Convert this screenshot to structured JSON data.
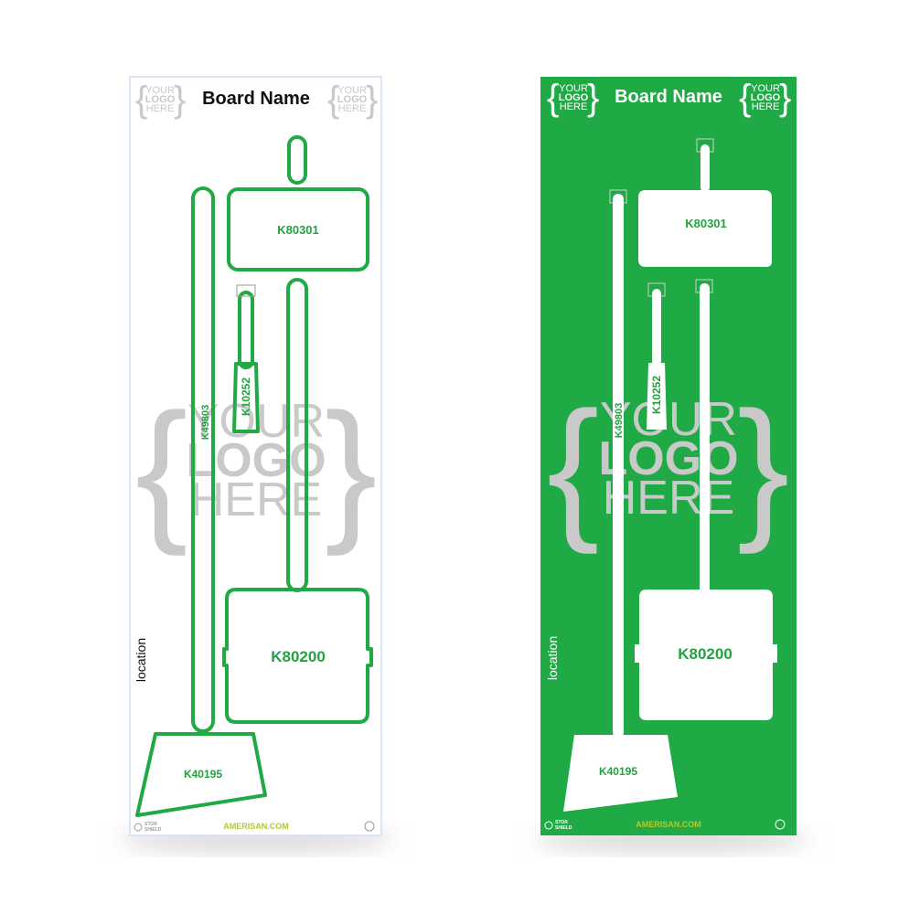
{
  "colors": {
    "green": "#1faa45",
    "label_green": "#22a33f",
    "white": "#ffffff",
    "logo_gray": "#c9c9c9",
    "footer_yellow": "#b5c92a",
    "dark_text": "#111111"
  },
  "boards": [
    {
      "variant": "white-board",
      "title": "Board Name",
      "side_label": "location",
      "footer": "AMERISAN.COM",
      "brand_line1": "STOR",
      "brand_line2": "SHIELD",
      "small_logo": [
        "YOUR",
        "LOGO",
        "HERE"
      ],
      "big_logo": [
        "YOUR",
        "LOGO",
        "HERE"
      ],
      "tools": {
        "dustpan": "K80301",
        "brush": "K10252",
        "broom_handle": "K49803",
        "lobby_pan": "K80200",
        "broom_head": "K40195"
      }
    },
    {
      "variant": "green-board",
      "title": "Board Name",
      "side_label": "location",
      "footer": "AMERISAN.COM",
      "brand_line1": "STOR",
      "brand_line2": "SHIELD",
      "small_logo": [
        "YOUR",
        "LOGO",
        "HERE"
      ],
      "big_logo": [
        "YOUR",
        "LOGO",
        "HERE"
      ],
      "tools": {
        "dustpan": "K80301",
        "brush": "K10252",
        "broom_handle": "K49803",
        "lobby_pan": "K80200",
        "broom_head": "K40195"
      }
    }
  ]
}
